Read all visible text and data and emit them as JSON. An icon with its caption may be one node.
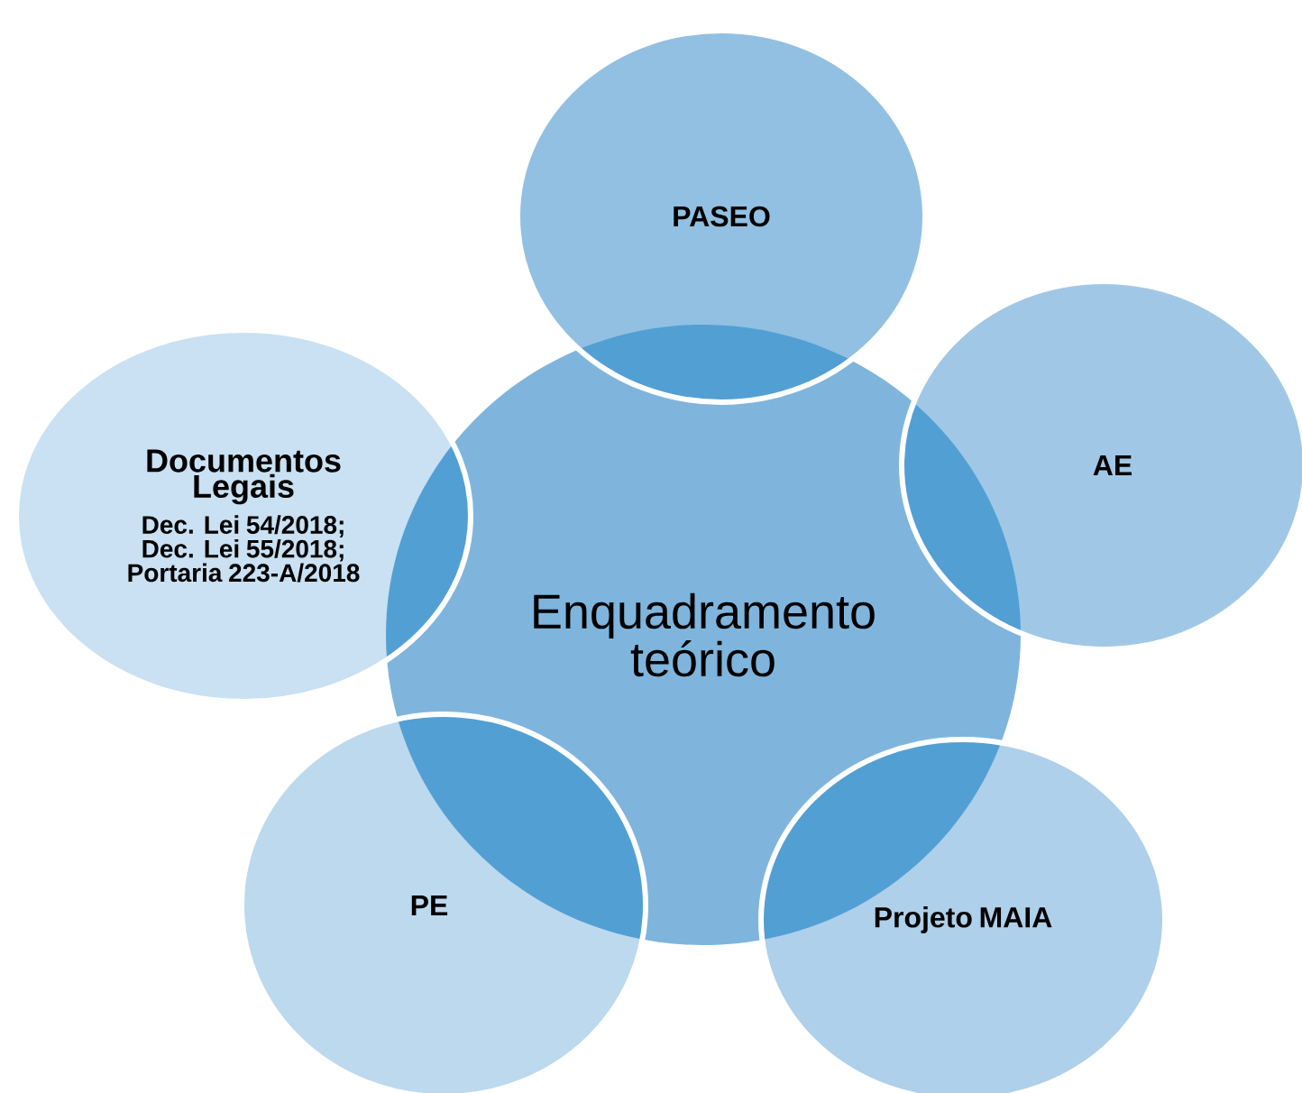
{
  "diagram": {
    "nodes": [
      {
        "text": [
          "Enquadramento teórico"
        ]
      },
      {
        "text": [
          "PASEO"
        ]
      },
      {
        "text": [
          "Documentos Legais",
          "Dec. Lei 54/2018; Dec. Lei 55/2018; Portaria 223-A/2018"
        ]
      },
      {
        "text": [
          "AE"
        ]
      },
      {
        "text": [
          "PE"
        ]
      },
      {
        "text": [
          "Projeto MAIA"
        ]
      }
    ]
  }
}
